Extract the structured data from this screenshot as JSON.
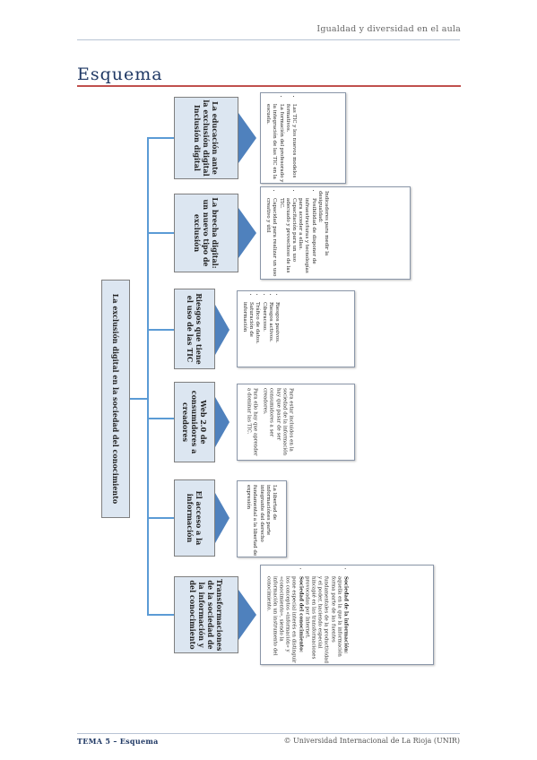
{
  "header": {
    "doc_title": "Igualdad y diversidad en el aula"
  },
  "page": {
    "title": "Esquema"
  },
  "root": {
    "label": "La exclusión digital en la sociedad del conocimiento"
  },
  "branches": [
    {
      "label": "La educación ante la exclusión digital Inclusión digital",
      "items": [
        "Las TIC y los nuevos modelos formativos.",
        "La formación del profesorado y la integración de las TIC en la escuela."
      ]
    },
    {
      "label": "La brecha digital: un nuevo tipo de exclusión",
      "intro": "Indicadores para medir la desigualdad:",
      "items": [
        "Posibilidad de disponer de infraestructuras y tecnologías para acceder a ellas.",
        "Capacitación para un uso adecuado y provechoso de las TIC.",
        "Capacidad para realizar un uso creativo y útil"
      ]
    },
    {
      "label": "Riesgos que tiene el uso de las TIC",
      "items": [
        "Riesgos pasivos.",
        "Riesgos activos.",
        "Ciberacoso.",
        "Tráfico de datos.",
        "Saturación de información"
      ]
    },
    {
      "label": "Web 2.0 de consumidores a creadores",
      "paragraphs": [
        "Para estar incluidos en la sociedad de la información hay que pasar de ser consumidores a ser creadores.",
        "Para ello hay que aprender a dominar las TIC."
      ]
    },
    {
      "label": "El acceso a la información",
      "paragraphs": [
        "La libertad de informaciónes parte integrante del derecho fundamental a la libertad de expresión"
      ]
    },
    {
      "label": "Transformaciones de la sociedad de la información y del conocimiento",
      "rich_items": [
        {
          "term": "Sociedad de la información:",
          "text": "aquella en la que la información forma parte de las fuentes fundamentales de la productividad y el poder, haciendo especial hincapié en las transformaciones provocadas por Internet."
        },
        {
          "term": "Sociedad del conocimiento:",
          "text": "pone especial interés en distinguir los conceptos «información» y «conocimiento», siendo la información un instrumento del conocimiento."
        }
      ]
    }
  ],
  "footer": {
    "left": "TEMA 5 – Esquema",
    "right": "© Universidad Internacional de La Rioja (UNIR)"
  },
  "colors": {
    "box_fill": "#dce6f1",
    "connector": "#5b9bd5",
    "title": "#1f3864",
    "accent_rule": "#c0504d"
  }
}
